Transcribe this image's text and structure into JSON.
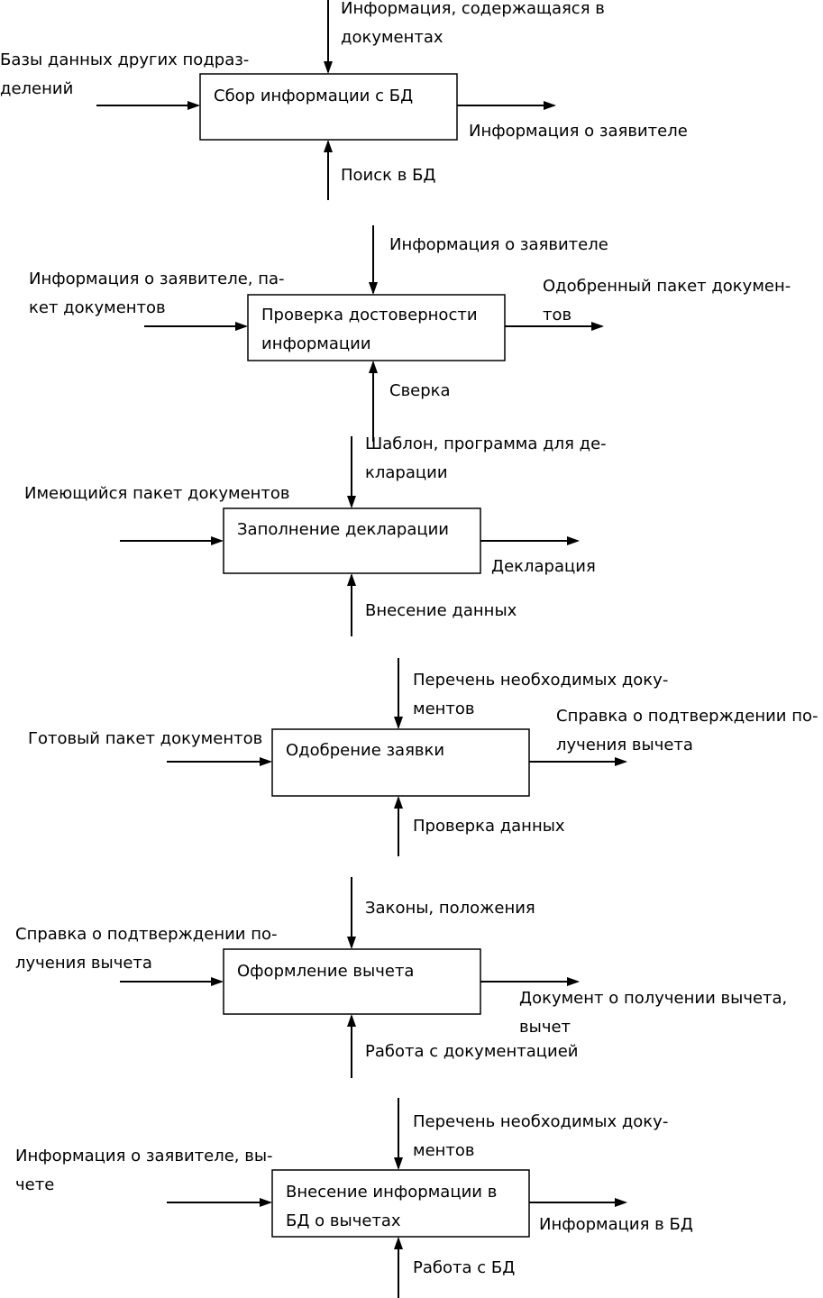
{
  "blocks": [
    {
      "title": [
        "Сбор информации с БД"
      ],
      "input": [
        "Базы данных других подраз-",
        "делений"
      ],
      "control": [
        "Информация, содержащаяся в",
        "документах"
      ],
      "output": [
        "Информация о заявителе"
      ],
      "mechanism": [
        "Поиск в БД"
      ]
    },
    {
      "title": [
        "Проверка достоверности",
        "информации"
      ],
      "input": [
        "Информация о заявителе, па-",
        "кет документов"
      ],
      "control": [
        "Информация о заявителе"
      ],
      "output": [
        "Одобренный пакет докумен-",
        "тов"
      ],
      "mechanism": [
        "Сверка"
      ]
    },
    {
      "title": [
        "Заполнение декларации"
      ],
      "input": [
        "Имеющийся пакет документов"
      ],
      "control": [
        "Шаблон, программа для де-",
        "кларации"
      ],
      "output": [
        "Декларация"
      ],
      "mechanism": [
        "Внесение данных"
      ]
    },
    {
      "title": [
        "Одобрение заявки"
      ],
      "input": [
        "Готовый пакет документов"
      ],
      "control": [
        "Перечень необходимых доку-",
        "ментов"
      ],
      "output": [
        "Справка о подтверждении по-",
        "лучения вычета"
      ],
      "mechanism": [
        "Проверка данных"
      ]
    },
    {
      "title": [
        "Оформление вычета"
      ],
      "input": [
        "Справка о подтверждении по-",
        "лучения вычета"
      ],
      "control": [
        "Законы, положения"
      ],
      "output": [
        "Документ о получении вычета,",
        "вычет"
      ],
      "mechanism": [
        "Работа с документацией"
      ]
    },
    {
      "title": [
        "Внесение информации в",
        "БД о вычетах"
      ],
      "input": [
        "Информация о заявителе, вы-",
        "чете"
      ],
      "control": [
        "Перечень необходимых доку-",
        "ментов"
      ],
      "output": [
        "Информация в БД"
      ],
      "mechanism": [
        "Работа с БД"
      ]
    }
  ]
}
